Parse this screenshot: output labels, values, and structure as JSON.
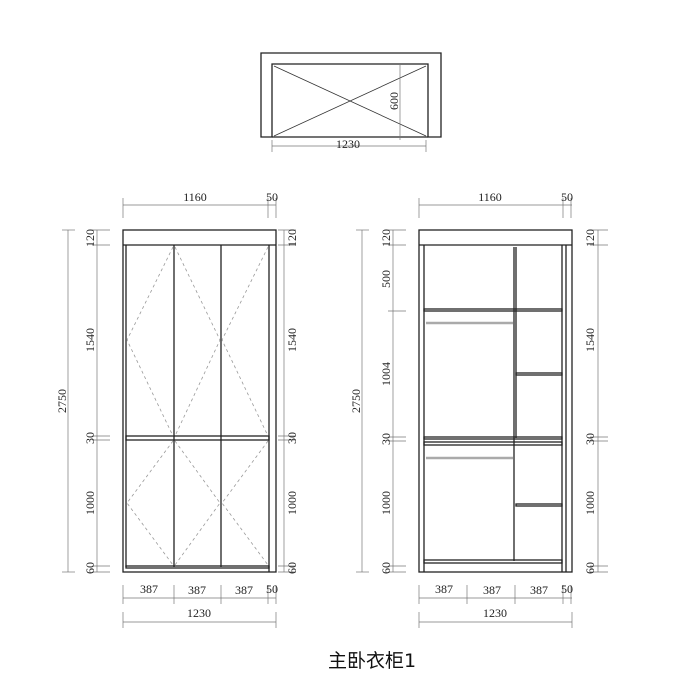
{
  "title": "主卧衣柜1",
  "plan": {
    "width": "1230",
    "depth": "600"
  },
  "front": {
    "top_width": "1160",
    "top_side": "50",
    "total_height": "2750",
    "left_segments": [
      "120",
      "1540",
      "30",
      "1000",
      "60"
    ],
    "right_segments": [
      "120",
      "1540",
      "30",
      "1000",
      "60"
    ],
    "door_widths": [
      "387",
      "387",
      "387"
    ],
    "bottom_side": "50",
    "total_width": "1230"
  },
  "interior": {
    "top_width": "1160",
    "top_side": "50",
    "total_height": "2750",
    "left_segments": [
      "120",
      "500",
      "1004",
      "30",
      "1000",
      "60"
    ],
    "right_segments": [
      "120",
      "1540",
      "30",
      "1000",
      "60"
    ],
    "section_widths": [
      "387",
      "387",
      "387"
    ],
    "bottom_side": "50",
    "total_width": "1230"
  }
}
